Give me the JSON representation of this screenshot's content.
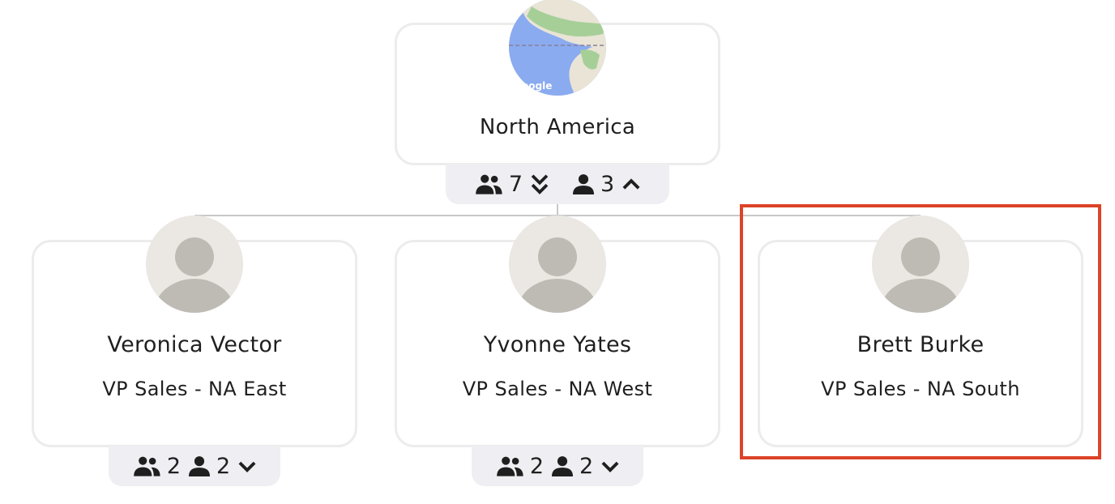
{
  "root": {
    "name": "North America",
    "team_count": "7",
    "direct_count": "3",
    "map_label": "oogle"
  },
  "children": [
    {
      "name": "Veronica Vector",
      "title": "VP Sales - NA East",
      "team_count": "2",
      "direct_count": "2"
    },
    {
      "name": "Yvonne Yates",
      "title": "VP Sales - NA West",
      "team_count": "2",
      "direct_count": "2"
    },
    {
      "name": "Brett Burke",
      "title": "VP Sales - NA South"
    }
  ],
  "colors": {
    "highlight": "#dc4327",
    "card_border": "#ececec",
    "bar_bg": "#efeef2",
    "avatar_bg": "#ebe8e3",
    "avatar_fg": "#bebbb5"
  },
  "icons": [
    "group-icon",
    "person-icon",
    "double-chevron-down-icon",
    "chevron-up-icon",
    "chevron-down-icon"
  ]
}
